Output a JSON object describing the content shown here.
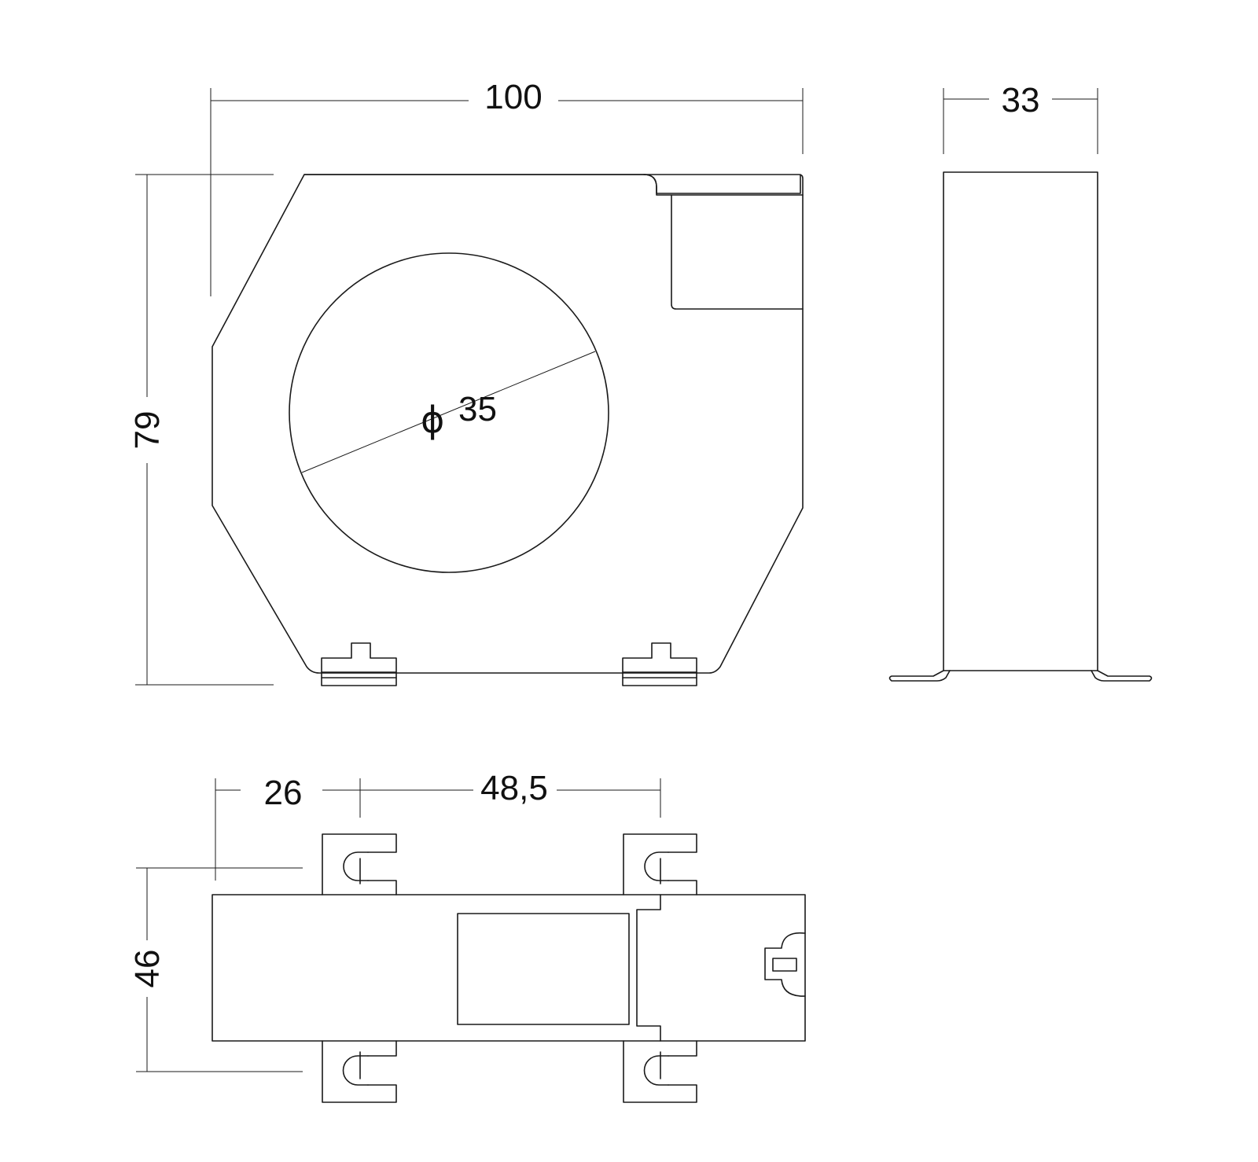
{
  "dimensions": {
    "front_width": "100",
    "front_height": "79",
    "side_depth": "33",
    "hole_diameter": "35",
    "hole_diameter_symbol": "ϕ",
    "bottom_offset": "26",
    "bottom_spacing": "48,5",
    "bottom_height": "46"
  },
  "colors": {
    "line": "#1a1a1a",
    "background": "#ffffff"
  }
}
